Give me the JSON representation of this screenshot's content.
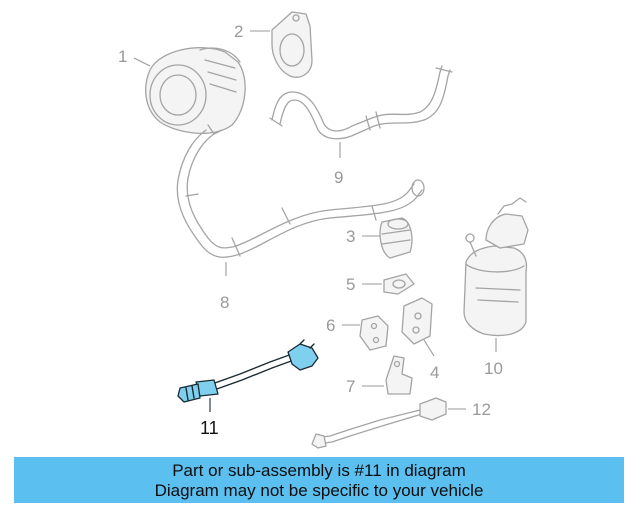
{
  "diagram": {
    "callouts": [
      "1",
      "2",
      "3",
      "4",
      "5",
      "6",
      "7",
      "8",
      "9",
      "10",
      "11",
      "12"
    ],
    "highlighted_part": "11",
    "colors": {
      "highlight": "#7fd0ee",
      "banner": "#5bc0f0",
      "line_art": "#a4a4a4"
    }
  },
  "banner": {
    "line1": "Part or sub-assembly is #11 in diagram",
    "line2": "Diagram may not be specific to your vehicle"
  }
}
